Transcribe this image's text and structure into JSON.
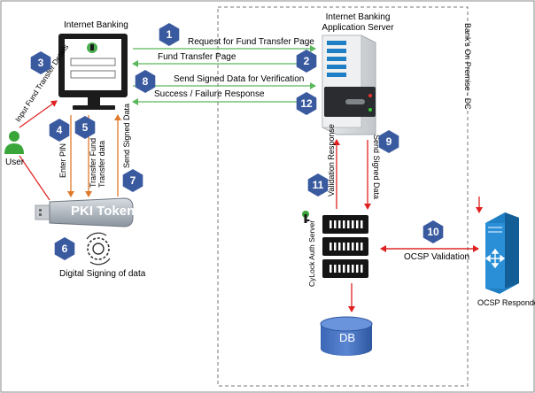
{
  "titles": {
    "internet_banking": "Internet Banking",
    "app_server": "Internet Banking\nApplication Server",
    "premise": "Bank's On Premise - DC",
    "user": "User",
    "pki_token": "PKI Token",
    "digital_signing": "Digital Signing of data",
    "auth_server": "CyLock Auth Server",
    "db": "DB",
    "ocsp_responder": "OCSP Responder"
  },
  "flows": {
    "f1": "Request for Fund Transfer Page",
    "f2": "Fund Transfer Page",
    "f8": "Send Signed Data for Verification",
    "f12": "Success / Failure Response",
    "f3": "Input Fund Transfer Details",
    "f4": "Enter PIN",
    "f5": "Transfer Fund Transfer data",
    "f7": "Send Signed Data",
    "f9": "Send Signed Data",
    "f11": "Validation Response",
    "f10": "OCSP Validation"
  },
  "badges": {
    "b1": "1",
    "b2": "2",
    "b3": "3",
    "b4": "4",
    "b5": "5",
    "b6": "6",
    "b7": "7",
    "b8": "8",
    "b9": "9",
    "b10": "10",
    "b11": "11",
    "b12": "12"
  },
  "colors": {
    "badge": "#3a5aa0",
    "arrow_red": "#e02020",
    "arrow_green": "#5cb85c",
    "arrow_orange": "#e07a2a",
    "server_blue": "#1e7fc4"
  }
}
